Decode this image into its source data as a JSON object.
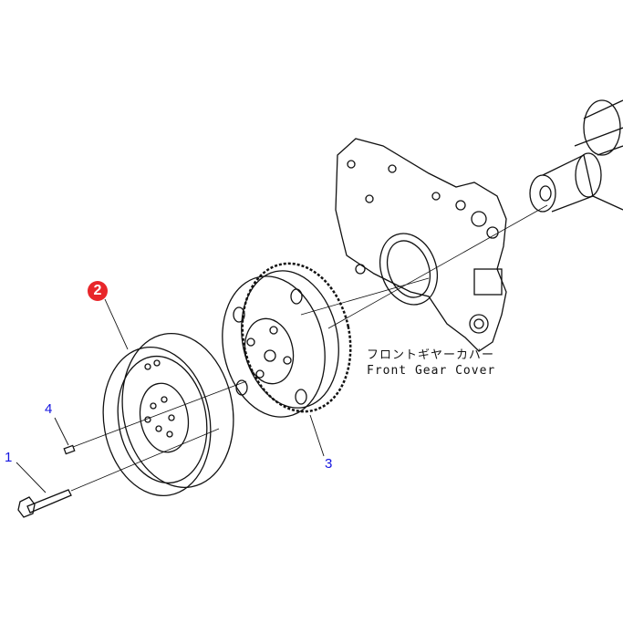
{
  "callouts": [
    {
      "id": "1",
      "label": "1",
      "color": "#1515e0"
    },
    {
      "id": "2",
      "label": "2",
      "color": "#e8262a"
    },
    {
      "id": "3",
      "label": "3",
      "color": "#1515e0"
    },
    {
      "id": "4",
      "label": "4",
      "color": "#1515e0"
    }
  ],
  "annotation": {
    "japanese": "フロントギヤーカバー",
    "english": "Front Gear Cover"
  }
}
